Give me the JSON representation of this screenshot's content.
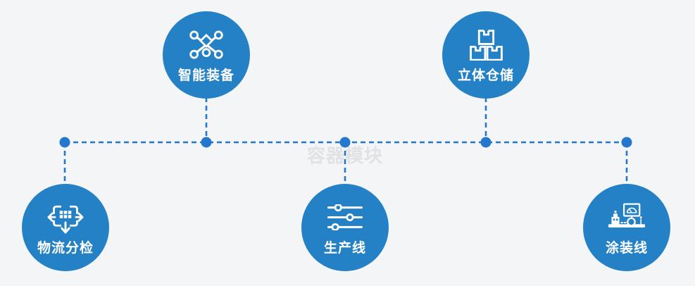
{
  "diagram": {
    "watermark": "容器模块",
    "nodes": [
      {
        "label": "智能装备",
        "icon": "network-nodes-icon",
        "position": "top-left"
      },
      {
        "label": "立体仓储",
        "icon": "stacked-boxes-icon",
        "position": "top-right"
      },
      {
        "label": "物流分检",
        "icon": "distribute-arrows-icon",
        "position": "bottom-left"
      },
      {
        "label": "生产线",
        "icon": "sliders-icon",
        "position": "bottom-center"
      },
      {
        "label": "涂装线",
        "icon": "control-panel-icon",
        "position": "bottom-right"
      }
    ],
    "colors": {
      "background": "#f4f5f6",
      "node_fill": "#2581c6",
      "connector": "#2377cd",
      "icon_and_label": "#ffffff",
      "watermark": "#e0e2e4"
    }
  }
}
